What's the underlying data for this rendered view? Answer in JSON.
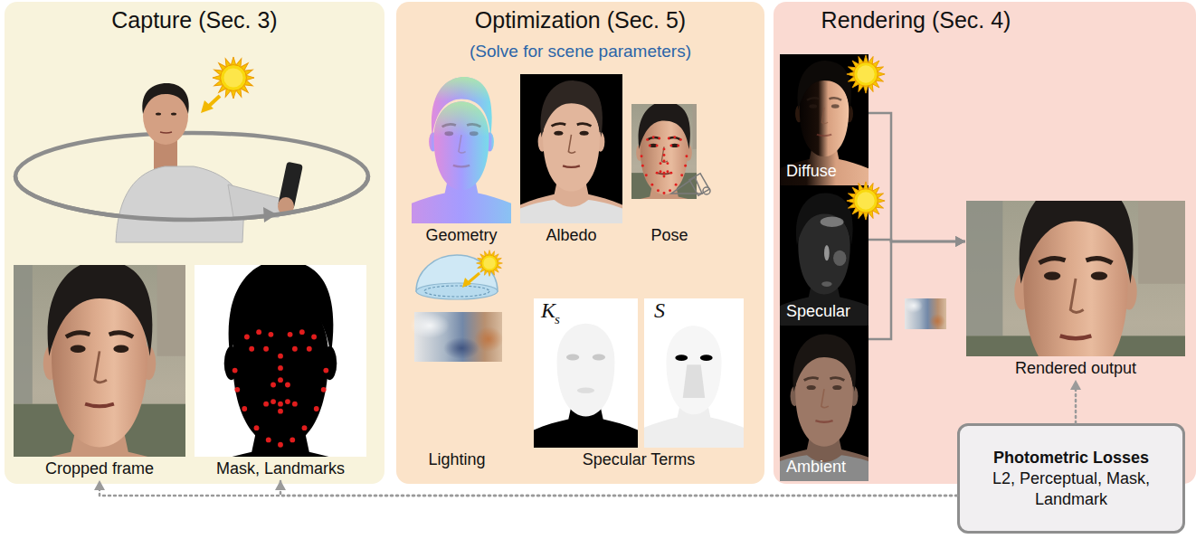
{
  "diagram": {
    "nodes": [
      {
        "text": [
          "Capture (Sec. 3)"
        ]
      },
      {
        "text": [
          "Cropped frame"
        ],
        "in": 0
      },
      {
        "text": [
          "Mask, Landmarks"
        ],
        "in": 0
      },
      {
        "text": [
          "Optimization (Sec. 5)",
          "(Solve for scene parameters)"
        ]
      },
      {
        "text": [
          "Geometry"
        ],
        "in": 3
      },
      {
        "text": [
          "Albedo"
        ],
        "in": 3
      },
      {
        "text": [
          "Pose"
        ],
        "in": 3
      },
      {
        "text": [
          "Lighting"
        ],
        "in": 3
      },
      {
        "text": [
          "Specular Terms"
        ],
        "in": 3
      },
      {
        "text": [
          "Rendering (Sec. 4)"
        ]
      },
      {
        "text": [
          "Diffuse"
        ],
        "in": 9
      },
      {
        "text": [
          "Specular"
        ],
        "in": 9
      },
      {
        "text": [
          "Ambient"
        ],
        "in": 9
      },
      {
        "text": [
          "Rendered output"
        ],
        "in": 9
      },
      {
        "text": [
          "Photometric Losses",
          "L2, Perceptual, Mask, Landmark"
        ]
      }
    ],
    "edges": [
      {
        "from": 10,
        "to": 13,
        "arrow": "to"
      },
      {
        "from": 11,
        "to": 13,
        "arrow": "to"
      },
      {
        "from": 12,
        "to": 13,
        "arrow": "to"
      },
      {
        "from": 14,
        "to": 13,
        "arrow": "to"
      },
      {
        "from": 14,
        "to": 1,
        "arrow": "to"
      },
      {
        "from": 14,
        "to": 2,
        "arrow": "to"
      }
    ],
    "labels": [
      "K",
      "s",
      "S"
    ]
  }
}
